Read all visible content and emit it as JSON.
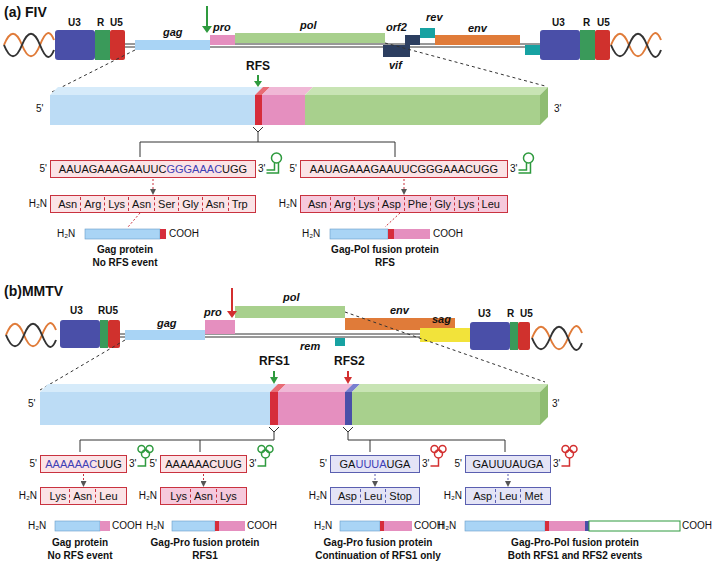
{
  "diagram": {
    "nodes": [
      {
        "text": [
          "AAUAGAAAGAAUUC",
          "GGGAAAC",
          "UGG"
        ]
      },
      {
        "text": [
          "Asn",
          "Arg",
          "Lys",
          "Asn",
          "Ser",
          "Gly",
          "Asn",
          "Trp"
        ]
      },
      {
        "text": [
          "AAUAGAAAGAAUUCGGGAAACUGG"
        ]
      },
      {
        "text": [
          "Asn",
          "Arg",
          "Lys",
          "Asp",
          "Phe",
          "Gly",
          "Lys",
          "Leu"
        ]
      },
      {
        "text": [
          "AAAAAAC",
          "UUG"
        ]
      },
      {
        "text": [
          "Lys",
          "Asn",
          "Leu"
        ]
      },
      {
        "text": [
          "AAAAAACUUG"
        ]
      },
      {
        "text": [
          "Lys",
          "Asn",
          "Lys"
        ]
      },
      {
        "text": [
          "GA",
          "UUUA",
          "UGA"
        ]
      },
      {
        "text": [
          "Asp",
          "Leu",
          "Stop"
        ]
      },
      {
        "text": [
          "GAUUUAUGA"
        ]
      },
      {
        "text": [
          "Asp",
          "Leu",
          "Met"
        ]
      }
    ],
    "edges": [
      {
        "from": 0,
        "to": 1,
        "arrow": "to"
      },
      {
        "from": 2,
        "to": 3,
        "arrow": "to"
      },
      {
        "from": 4,
        "to": 5,
        "arrow": "to"
      },
      {
        "from": 6,
        "to": 7,
        "arrow": "to"
      },
      {
        "from": 8,
        "to": 9,
        "arrow": "to"
      },
      {
        "from": 10,
        "to": 11,
        "arrow": "to"
      }
    ],
    "labels": [
      "(a) FIV",
      "U3",
      "R",
      "U5",
      "gag",
      "pro",
      "pol",
      "orf2",
      "rev",
      "vif",
      "env",
      "U3",
      "R",
      "U5",
      "RFS",
      "5'",
      "3'",
      "5'",
      "3'",
      "H₂N",
      "H₂N",
      "COOH",
      "Gag protein",
      "No RFS event",
      "5'",
      "3'",
      "H₂N",
      "H₂N",
      "COOH",
      "Gag-Pol fusion protein",
      "RFS",
      "(b)MMTV",
      "U3",
      "RU5",
      "gag",
      "pro",
      "pol",
      "env",
      "sag",
      "U3",
      "R",
      "U5",
      "rem",
      "RFS1",
      "RFS2",
      "5'",
      "3'",
      "5'",
      "3'",
      "H₂N",
      "H₂N",
      "COOH",
      "Gag protein",
      "No RFS event",
      "5'",
      "3'",
      "H₂N",
      "H₂N",
      "COOH",
      "Gag-Pro fusion protein",
      "RFS1",
      "5'",
      "3'",
      "H₂N",
      "H₂N",
      "COOH",
      "Gag-Pro fusion protein",
      "Continuation of RFS1 only",
      "5'",
      "3'",
      "H₂N",
      "H₂N",
      "COOH",
      "Gag-Pro-Pol fusion protein",
      "Both RFS1 and RFS2 events"
    ]
  }
}
